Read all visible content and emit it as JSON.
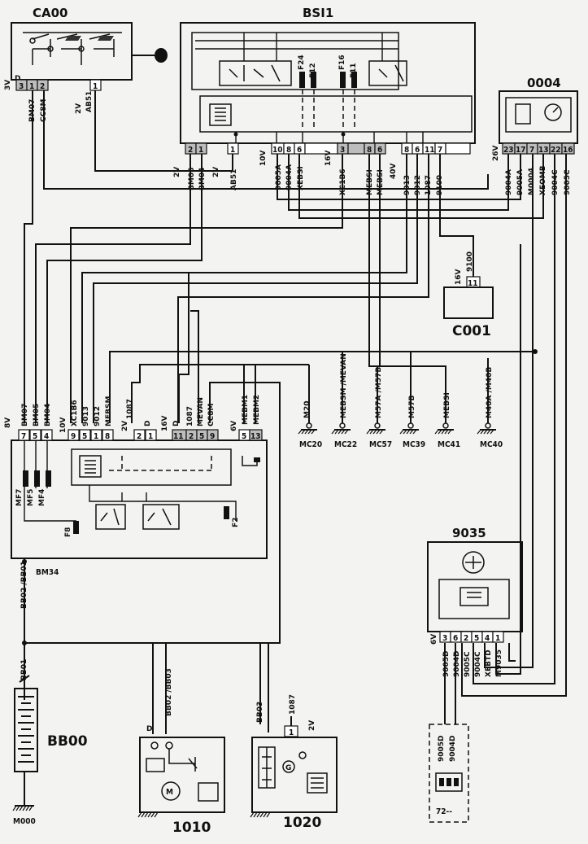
{
  "components": {
    "ca00": "CA00",
    "bsi1": "BSI1",
    "c0004": "0004",
    "c001": "C001",
    "c9035": "9035",
    "bb00": "BB00",
    "c1010": "1010",
    "c1020": "1020",
    "m000": "M000",
    "bm34": "BM34"
  },
  "ca00": {
    "conn3v": "3V",
    "conn3v_color": "D",
    "pins_left": [
      "3",
      "1",
      "2"
    ],
    "pins_right": [
      "1"
    ],
    "conn2v": "2V",
    "wires": [
      "BM07",
      "CC8M",
      "AB51"
    ]
  },
  "bsi1": {
    "pins_a": [
      "2",
      "1"
    ],
    "pins_b": [
      "1"
    ],
    "conn_a": "2V",
    "conn_b": "2V",
    "wires_a": [
      "BM05",
      "BM04"
    ],
    "wires_b": [
      "AB51"
    ],
    "conn10v": "10V",
    "pins_10v": [
      "10",
      "8",
      "6"
    ],
    "wires_10v": [
      "9005A",
      "9004A",
      "XEBSI"
    ],
    "conn16v": "16V",
    "pins_16v": [
      "3",
      "8",
      "6"
    ],
    "wires_16v": [
      "XC1B6",
      "MEBSI",
      "MEBSI"
    ],
    "conn40v": "40V",
    "pins_40v": [
      "8",
      "6",
      "11",
      "7"
    ],
    "wires_40v": [
      "9013",
      "9012",
      "1087",
      "9100"
    ],
    "fuses": [
      "F24",
      "F12",
      "F16",
      "F11"
    ]
  },
  "c0004": {
    "conn26v": "26V",
    "pins": [
      "23",
      "17",
      "7",
      "13",
      "22",
      "16"
    ],
    "wires": [
      "9004A",
      "9005A",
      "M0004",
      "XEOMB",
      "9004C",
      "9005C"
    ]
  },
  "c001": {
    "conn": "16V",
    "pin": "11",
    "wire": "9100"
  },
  "masses": {
    "labels": [
      "MC20",
      "MC22",
      "MC57",
      "MC39",
      "MC41",
      "MC40"
    ],
    "wires": [
      "M20",
      "MEBSM /MEVAN",
      "M57A /M57B",
      "M57B",
      "MEBSI",
      "M40A /M40B"
    ]
  },
  "bm34": {
    "conn8v": "8V",
    "pins_8v": [
      "7",
      "5",
      "4"
    ],
    "wires_8v": [
      "BM07",
      "BM05",
      "BM04"
    ],
    "conn10v": "10V",
    "pins_10v": [
      "9",
      "5",
      "1",
      "8"
    ],
    "wires_10v": [
      "XC1B6",
      "9013",
      "9012",
      "MEBSM"
    ],
    "conn2v": "2V",
    "pins_2v": [
      "2",
      "1"
    ],
    "wires_2v": [
      "1087",
      "D"
    ],
    "conn16v": "16V",
    "pins_16v": [
      "11",
      "2",
      "5",
      "9"
    ],
    "wires_16v": [
      "D",
      "1087",
      "MEVAN",
      "CC8M"
    ],
    "conn6v": "6V",
    "pins_6v": [
      "5",
      "13"
    ],
    "wires_6v": [
      "MEBM1",
      "MEBM2"
    ],
    "fuses": [
      "MF7",
      "MF5",
      "MF4",
      "F8",
      "F2"
    ],
    "out_wires": [
      "BB01",
      "BB02 /BB01"
    ]
  },
  "bb00": {
    "wire": "BB01"
  },
  "c1010": {
    "color": "D",
    "wires": [
      "BB02 /BB03"
    ]
  },
  "c1020": {
    "wires": [
      "BB03",
      "1087"
    ],
    "conn": "2V",
    "pin": "1"
  },
  "c9035": {
    "conn": "6V",
    "pins": [
      "3",
      "6",
      "2",
      "5",
      "4",
      "1"
    ],
    "wires": [
      "9005D",
      "9004D",
      "9005C",
      "9004C",
      "XEBTD",
      "M9035"
    ],
    "sub_wires": [
      "9005D",
      "9004D"
    ],
    "sub_label": "72--"
  }
}
